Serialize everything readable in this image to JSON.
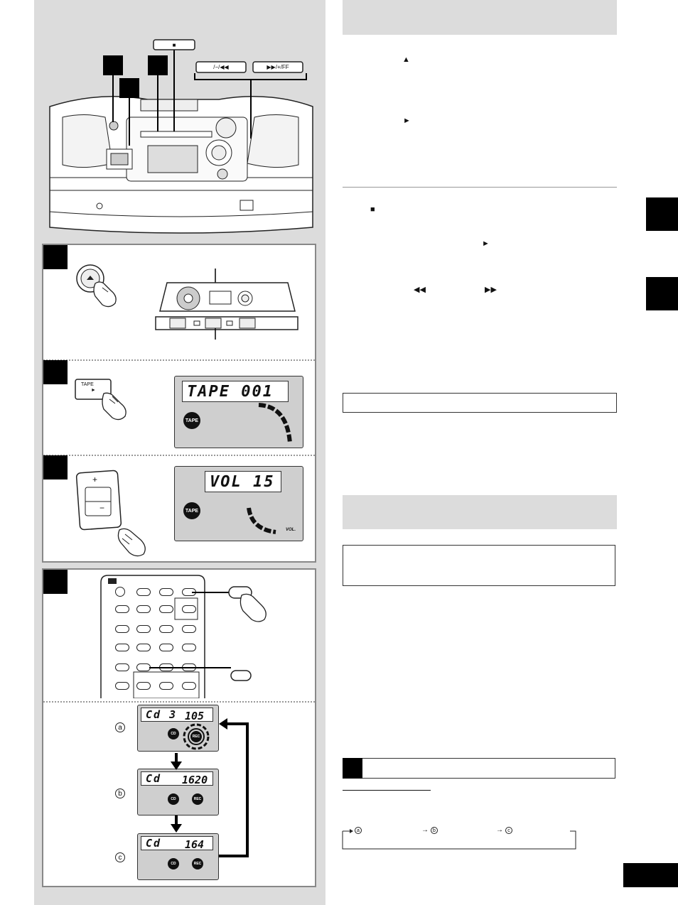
{
  "buttons": {
    "stop_symbol": "■",
    "skip_back_label": "/−/◀◀",
    "skip_fwd_label": "▶▶/+/FF",
    "tape_play_label": "TAPE",
    "tape_play_symbol": "►",
    "vol_plus": "+",
    "vol_minus": "−"
  },
  "displays": {
    "tape_display": "TAPE 001",
    "tape_badge": "TAPE",
    "vol_display": "VOL 15",
    "vol_badge": "TAPE",
    "vol_label": "VOL.",
    "cd_a_left": "Cd 3",
    "cd_a_right": "105",
    "cd_b_left": "Cd",
    "cd_b_right": "1620",
    "cd_c_left": "Cd",
    "cd_c_right": "164",
    "cd_badge": "CD",
    "rec_badge": "REC"
  },
  "markers": {
    "a": "a",
    "b": "b",
    "c": "c"
  },
  "right_text": {
    "eject_symbol": "▲",
    "play_symbol": "►",
    "stop_symbol": "■",
    "play_symbol_2": "►",
    "rew_symbol": "◀◀",
    "ff_symbol": "▶▶",
    "sequence_a": "a",
    "sequence_b": "b",
    "sequence_c": "c",
    "arrow": "→"
  },
  "colors": {
    "panel_gray": "#dcdcdc",
    "black": "#000000"
  }
}
